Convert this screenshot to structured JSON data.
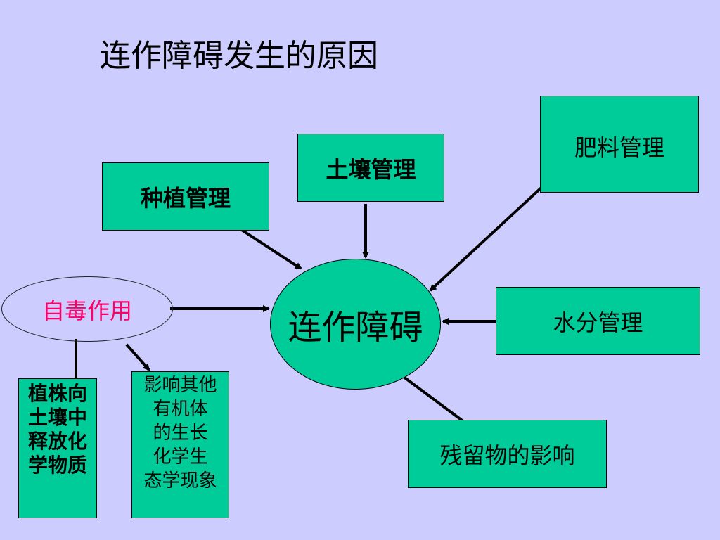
{
  "title": "连作障碍发生的原因",
  "center_node": "连作障碍",
  "nodes": {
    "planting": "种植管理",
    "soil": "土壤管理",
    "fertilizer": "肥料管理",
    "water": "水分管理",
    "residue": "残留物的影响",
    "allelopathy": "自毒作用",
    "release_chemicals": "植株向\n土壤中\n释放化\n学物质",
    "affect_other": "影响其他\n有机体\n的生长\n化学生\n态学现象"
  },
  "colors": {
    "background": "#ccccff",
    "node_fill": "#00cc99",
    "allelopathy_text": "#ff0066"
  }
}
